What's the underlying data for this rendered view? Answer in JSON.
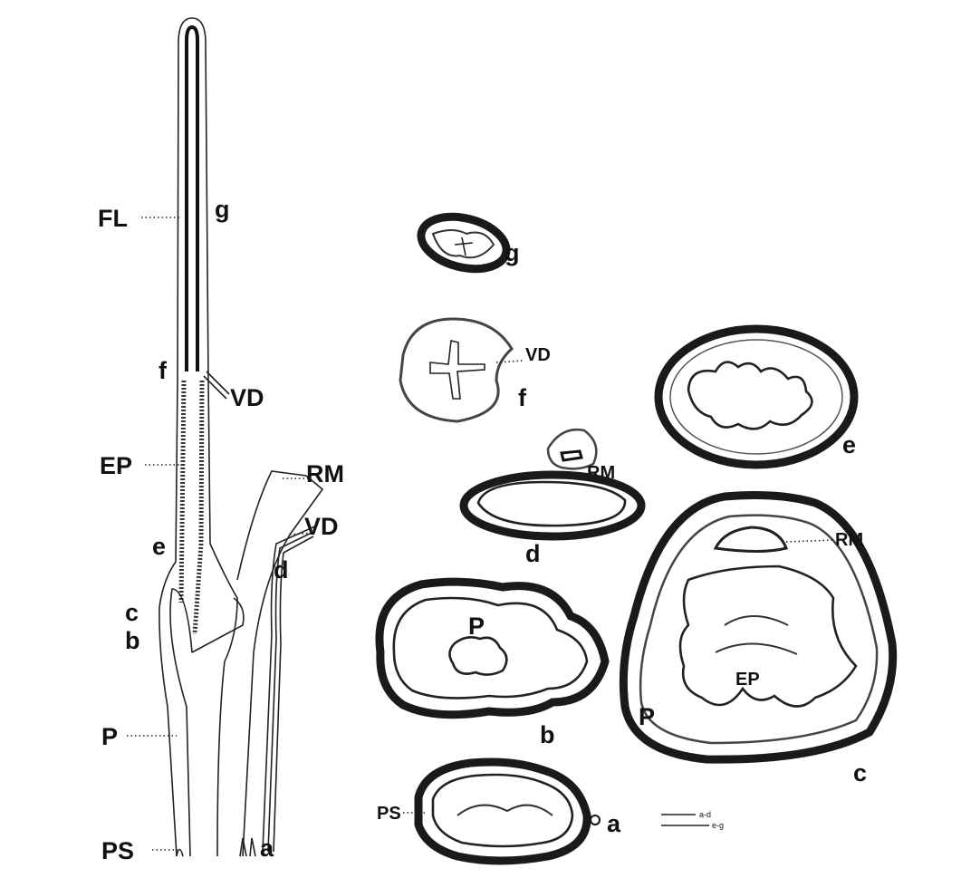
{
  "figure": {
    "longitudinal": {
      "labels_left": [
        "FL",
        "EP",
        "P",
        "PS"
      ],
      "labels_section": [
        "g",
        "f",
        "e",
        "c",
        "b",
        "a",
        "d"
      ],
      "labels_right": [
        "VD",
        "RM",
        "VD"
      ]
    },
    "sections": {
      "g": {
        "letter": "g"
      },
      "f": {
        "letter": "f",
        "label": "VD"
      },
      "e": {
        "letter": "e"
      },
      "d": {
        "letter": "d",
        "label": "RM"
      },
      "c": {
        "letter": "c",
        "labels": [
          "RM",
          "P",
          "EP"
        ]
      },
      "b": {
        "letter": "b",
        "label": "P"
      },
      "a": {
        "letter": "a",
        "label": "PS"
      }
    },
    "scale_bars": [
      "a-d",
      "e-g"
    ]
  }
}
